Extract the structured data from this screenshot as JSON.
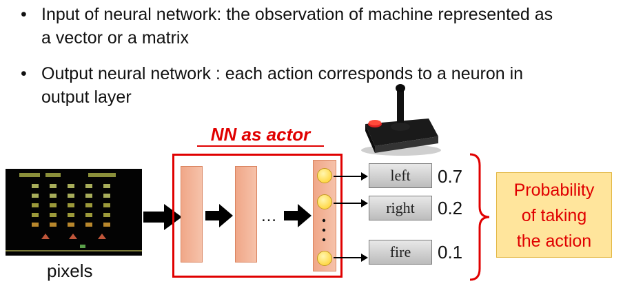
{
  "bullets": [
    "Input of neural network: the observation of machine represented as a vector or a matrix",
    "Output neural network : each action corresponds to a neuron in output layer"
  ],
  "bullet_marker": "•",
  "nn_title": "NN as actor",
  "ellipsis": "…",
  "actions": [
    {
      "label": "left",
      "prob": "0.7"
    },
    {
      "label": "right",
      "prob": "0.2"
    },
    {
      "label": "fire",
      "prob": "0.1"
    }
  ],
  "probability_box": [
    "Probability",
    "of taking",
    "the action"
  ],
  "input_label": "pixels",
  "colors": {
    "accent_red": "#e00000",
    "layer_fill": "#f4b497",
    "neuron_fill": "#ffd94a",
    "prob_box_fill": "#ffe59c",
    "action_box_fill": "#d0d0d0"
  },
  "icons": [
    "joystick-icon",
    "space-invaders-screen",
    "right-arrow-icon",
    "curly-brace-icon"
  ]
}
